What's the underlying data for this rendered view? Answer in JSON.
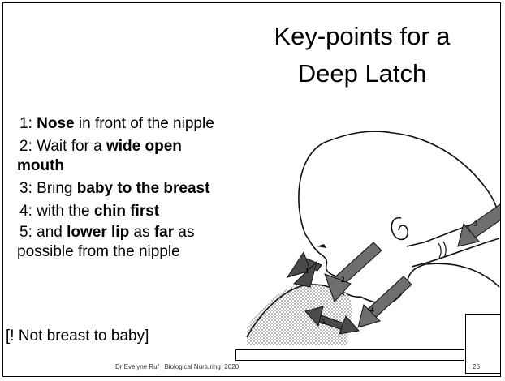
{
  "slide": {
    "title_line1": "Key-points for a",
    "title_line2": "Deep Latch",
    "bullets": {
      "b1": {
        "prefix": "1: ",
        "bold": "Nose",
        "suffix": " in front of the nipple"
      },
      "b2": {
        "prefix": "2: Wait for a ",
        "bold": "wide open",
        "cont_bold": "mouth"
      },
      "b3": {
        "prefix": "3: Bring ",
        "bold": "baby to the breast"
      },
      "b4": {
        "prefix": "4: with the ",
        "bold": "chin first"
      },
      "b5": {
        "prefix": "5: and ",
        "bold1": "lower lip",
        "mid": " as ",
        "bold2": "far",
        "suffix": " as",
        "cont": "possible from the nipple"
      }
    },
    "note": "[! Not breast to baby]",
    "footer": "Dr Evelyne Ruf_ Biological Nurturing_2020",
    "page_number": "26"
  },
  "illustration": {
    "arrow_labels": {
      "a1": "1",
      "a2": "2",
      "a3": "3",
      "a4": "4",
      "a5": "5"
    },
    "colors": {
      "arrow_fill": "#6e6e6e",
      "arrow_dark": "#444444",
      "shade": "#c8c8c8"
    }
  }
}
